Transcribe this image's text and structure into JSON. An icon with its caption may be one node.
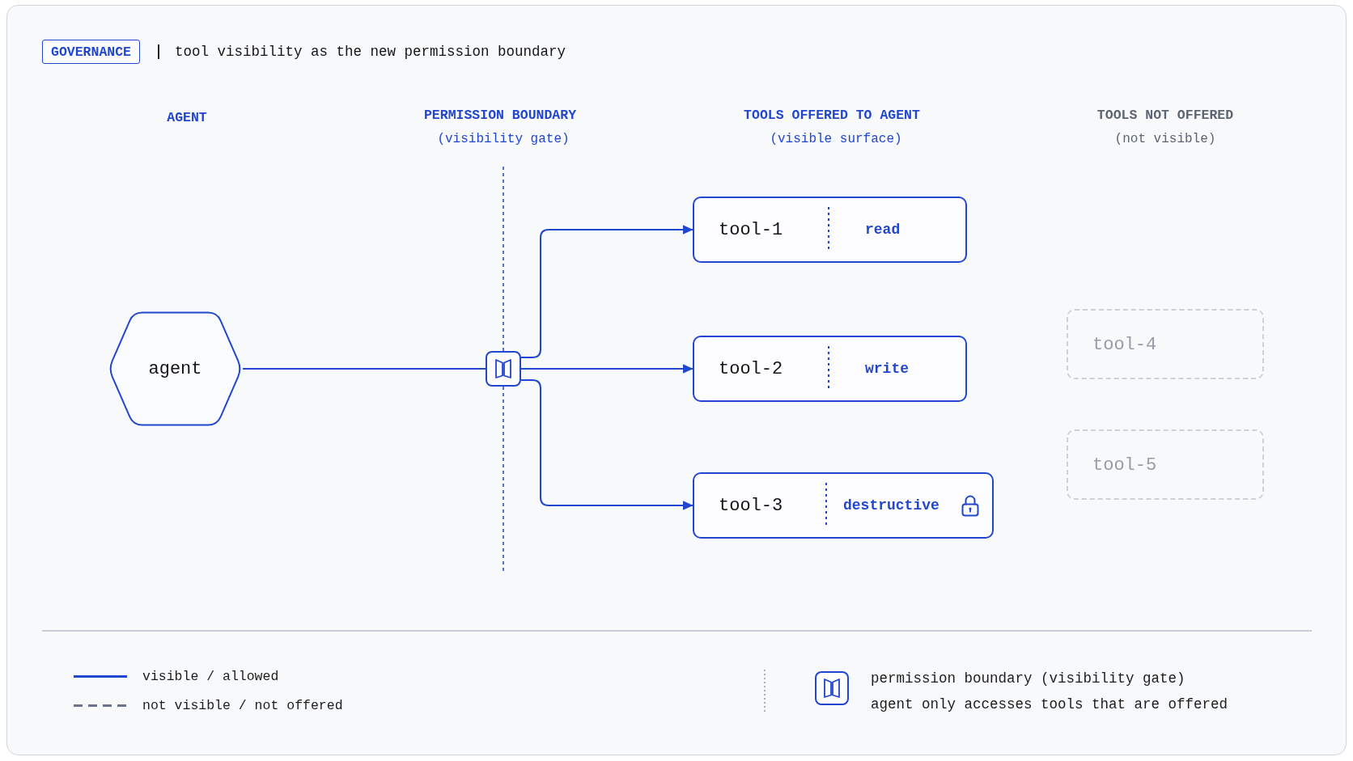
{
  "diagram": {
    "title": "tool visibility as the new permission boundary",
    "nodes": [
      {
        "text": [
          "agent"
        ]
      },
      {
        "text": [],
        "shape": "box"
      },
      {
        "text": [
          "tool-1",
          "read"
        ]
      },
      {
        "text": [
          "tool-2",
          "write"
        ]
      },
      {
        "text": [
          "tool-3",
          "destructive"
        ]
      },
      {
        "text": [
          "tool-4"
        ]
      },
      {
        "text": [
          "tool-5"
        ]
      }
    ],
    "edges": [
      {
        "from": 0,
        "to": 1,
        "arrow": "none"
      },
      {
        "from": 1,
        "to": 2,
        "arrow": "to"
      },
      {
        "from": 1,
        "to": 3,
        "arrow": "to"
      },
      {
        "from": 1,
        "to": 4,
        "arrow": "to"
      }
    ],
    "labels": [
      "GOVERNANCE",
      "AGENT",
      "PERMISSION BOUNDARY",
      "(visibility gate)",
      "TOOLS OFFERED TO AGENT",
      "(visible surface)",
      "TOOLS NOT OFFERED",
      "(not visible)"
    ],
    "legend": [
      {
        "text": "visible / allowed"
      },
      {
        "text": "not visible / not offered"
      },
      {
        "text": "permission boundary (visibility gate)"
      },
      {
        "text": "agent only accesses tools that are offered"
      }
    ]
  }
}
